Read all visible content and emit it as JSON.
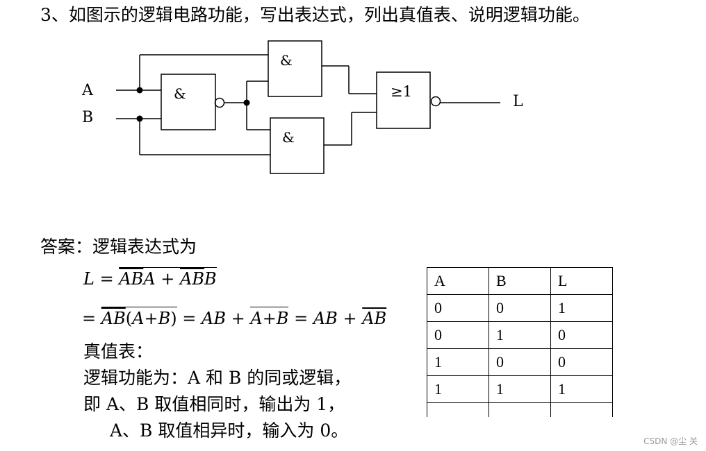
{
  "question": "3、如图示的逻辑电路功能，写出表达式，列出真值表、说明逻辑功能。",
  "circuit": {
    "input_a": "A",
    "input_b": "B",
    "output": "L",
    "and_symbol": "&",
    "or_symbol": "≥1"
  },
  "answer": {
    "heading": "答案：逻辑表达式为",
    "eq1": {
      "lhs": "L",
      "eq": "=",
      "a": "A",
      "b": "B",
      "plus": "+"
    },
    "eq2": {
      "eq": "=",
      "paren_open": "(",
      "paren_close": ")",
      "plus": "+",
      "a": "A",
      "b": "B"
    },
    "truth_label": "真值表：",
    "func1": "逻辑功能为：A 和 B 的同或逻辑，",
    "func2": "即 A、B 取值相同时，输出为 1，",
    "func3": "A、B 取值相异时，输入为 0。"
  },
  "truth_table": {
    "headers": [
      "A",
      "B",
      "L"
    ],
    "rows": [
      [
        "0",
        "0",
        "1"
      ],
      [
        "0",
        "1",
        "0"
      ],
      [
        "1",
        "0",
        "0"
      ],
      [
        "1",
        "1",
        "1"
      ]
    ]
  },
  "watermark": "CSDN @尘  关"
}
